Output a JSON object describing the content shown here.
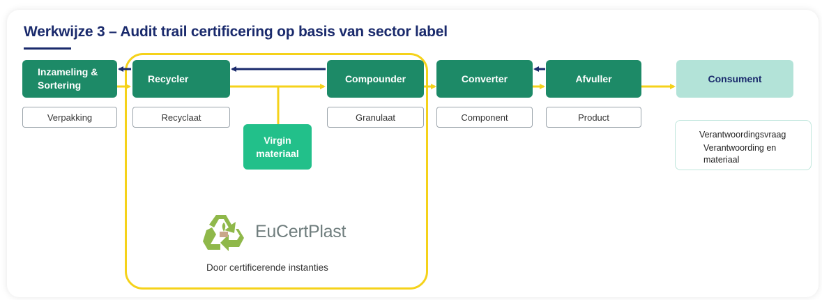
{
  "title": "Werkwijze 3 – Audit trail certificering op basis van sector label",
  "nodes": {
    "inzameling": "Inzameling & Sortering",
    "recycler": "Recycler",
    "compounder": "Compounder",
    "converter": "Converter",
    "afvuller": "Afvuller",
    "consument": "Consument",
    "virgin": "Virgin materiaal"
  },
  "labels": {
    "verpakking": "Verpakking",
    "recyclaat": "Recyclaat",
    "granulaat": "Granulaat",
    "component": "Component",
    "product": "Product"
  },
  "legend": {
    "question": "Verantwoordingsvraag",
    "answer": "Verantwoording en materiaal"
  },
  "logo": {
    "name": "EuCertPlast",
    "caption": "Door certificerende instanties"
  },
  "colors": {
    "navy": "#1a2a6c",
    "green": "#1d8a67",
    "bright_green": "#22c08a",
    "light_green": "#b3e3d8",
    "yellow": "#f5d21a",
    "logo_green": "#8fb84a"
  }
}
